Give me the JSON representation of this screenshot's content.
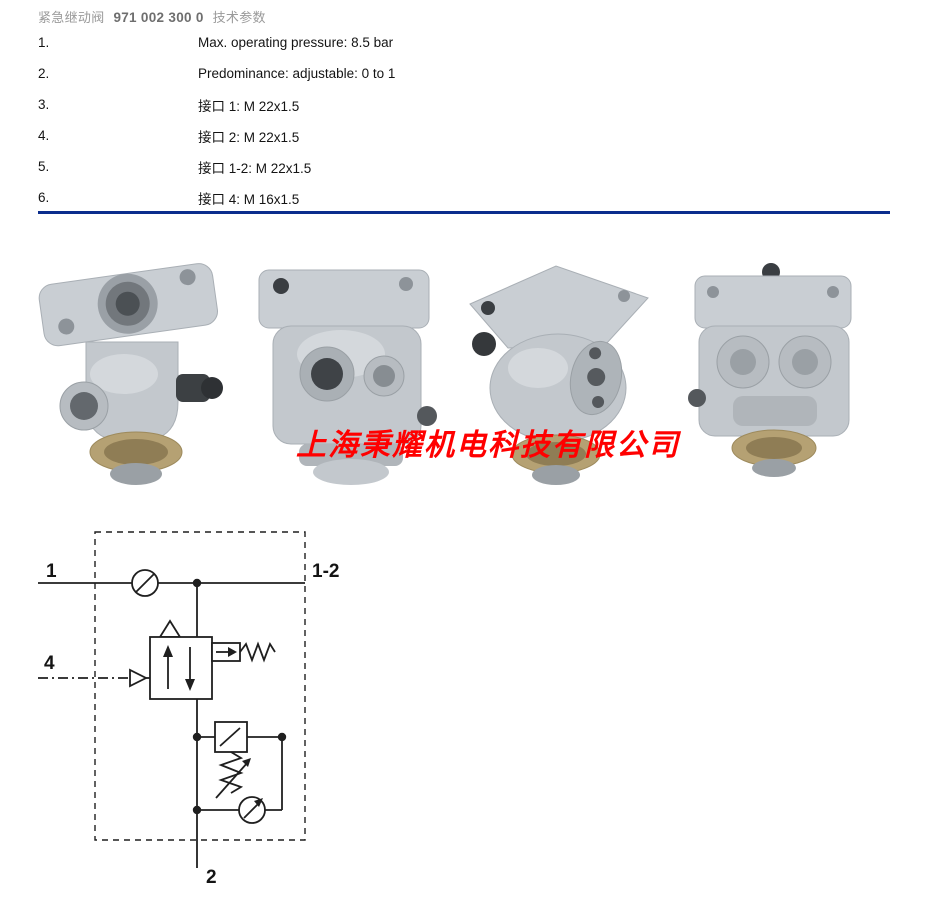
{
  "header": {
    "prefix": "紧急继动阀",
    "part_number": "971 002 300 0",
    "suffix": "技术参数"
  },
  "specs": [
    {
      "num": "1.",
      "text": "Max. operating pressure: 8.5 bar"
    },
    {
      "num": "2.",
      "text": "Predominance: adjustable: 0 to 1"
    },
    {
      "num": "3.",
      "text": "接口 1: M 22x1.5"
    },
    {
      "num": "4.",
      "text": "接口 2: M 22x1.5"
    },
    {
      "num": "5.",
      "text": "接口 1-2: M 22x1.5"
    },
    {
      "num": "6.",
      "text": "接口 4: M 16x1.5"
    }
  ],
  "watermark": "上海秉耀机电科技有限公司",
  "diagram": {
    "port1": "1",
    "port12": "1-2",
    "port4": "4",
    "port2": "2"
  },
  "colors": {
    "divider": "#0b2d8d",
    "watermark": "#ff0000"
  }
}
